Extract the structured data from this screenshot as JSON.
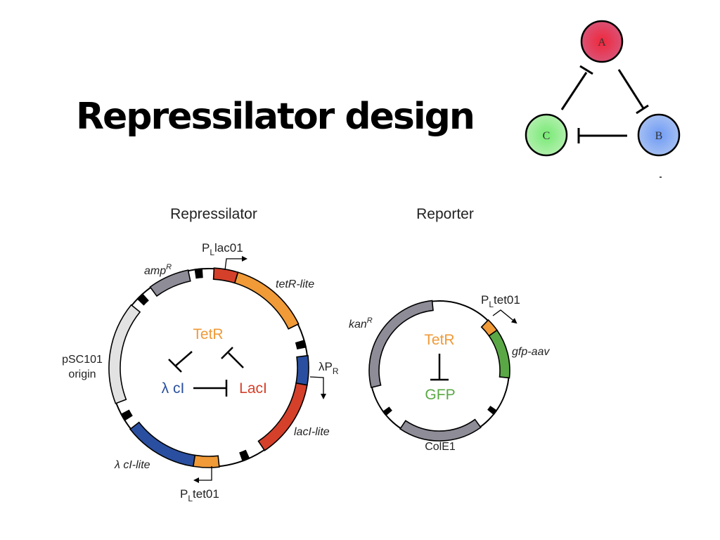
{
  "slide": {
    "title": "Repressilator design"
  },
  "network_inset": {
    "nodes": [
      {
        "id": "A",
        "label": "A",
        "color": "#e03a55"
      },
      {
        "id": "B",
        "label": "B",
        "color": "#7fa6f2"
      },
      {
        "id": "C",
        "label": "C",
        "color": "#8ee68a"
      }
    ],
    "edges": [
      {
        "from": "A",
        "to": "B",
        "type": "repression"
      },
      {
        "from": "B",
        "to": "C",
        "type": "repression"
      },
      {
        "from": "C",
        "to": "A",
        "type": "repression"
      }
    ]
  },
  "repressilator_plasmid": {
    "heading": "Repressilator",
    "labels": {
      "plac": {
        "main": "P",
        "sub": "L",
        "rest": "lac01"
      },
      "ptet": {
        "main": "P",
        "sub": "L",
        "rest": "tet01"
      },
      "lpr": {
        "main": "λP",
        "sub": "R"
      },
      "tetR_lite": "tetR-lite",
      "lacI_lite": "lacI-lite",
      "cI_lite": "λ cI-lite",
      "ampR": {
        "main": "amp",
        "sup": "R"
      },
      "origin_line1": "pSC101",
      "origin_line2": "origin"
    },
    "network": {
      "tetr": "TetR",
      "laci": "LacI",
      "ci": "λ cI"
    },
    "colors": {
      "tetR": "#f09a38",
      "lacI": "#d5402a",
      "cI": "#2a4fa0",
      "ampR": "#8e8c97",
      "origin": "#e2e2e2"
    }
  },
  "reporter_plasmid": {
    "heading": "Reporter",
    "labels": {
      "ptet": {
        "main": "P",
        "sub": "L",
        "rest": "tet01"
      },
      "gfp_aav": "gfp-aav",
      "kanR": {
        "main": "kan",
        "sup": "R"
      },
      "colE1": "ColE1"
    },
    "network": {
      "tetr": "TetR",
      "gfp": "GFP"
    },
    "colors": {
      "tetR": "#f09a38",
      "gfp": "#5aa845",
      "kanR": "#8e8c97",
      "colE1": "#8e8c97"
    }
  }
}
